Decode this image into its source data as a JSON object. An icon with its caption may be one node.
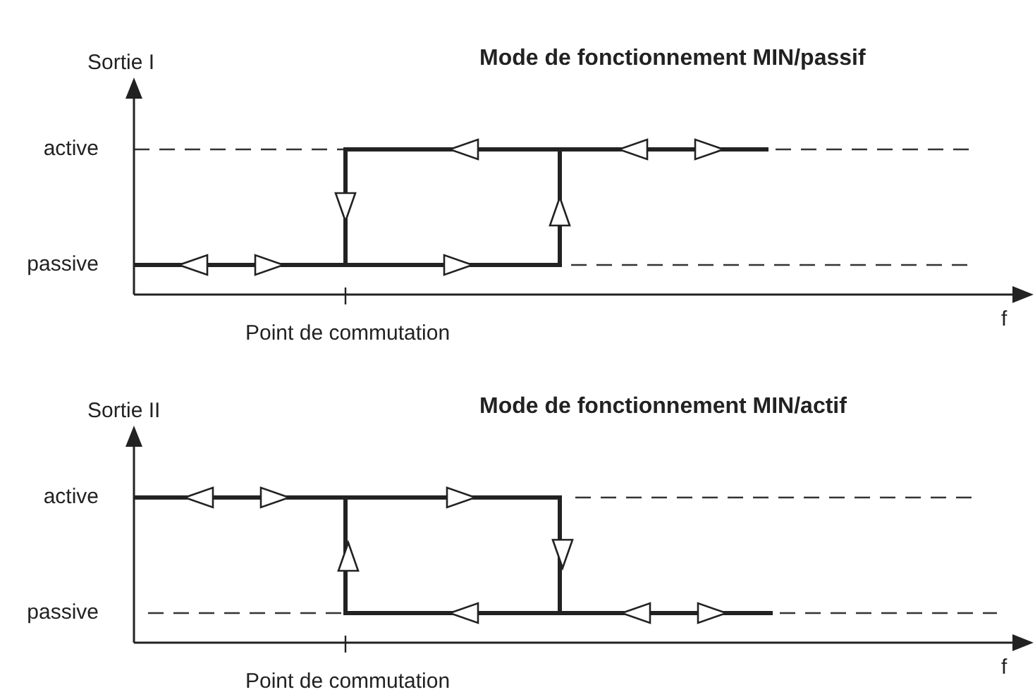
{
  "diagram": {
    "labels": [
      "Mode de fonctionnement MIN/passif",
      "Sortie I",
      "active",
      "passive",
      "Point de commutation",
      "f",
      "Mode de fonctionnement MIN/actif",
      "Sortie II",
      "active",
      "passive",
      "Point de commutation",
      "f"
    ]
  }
}
